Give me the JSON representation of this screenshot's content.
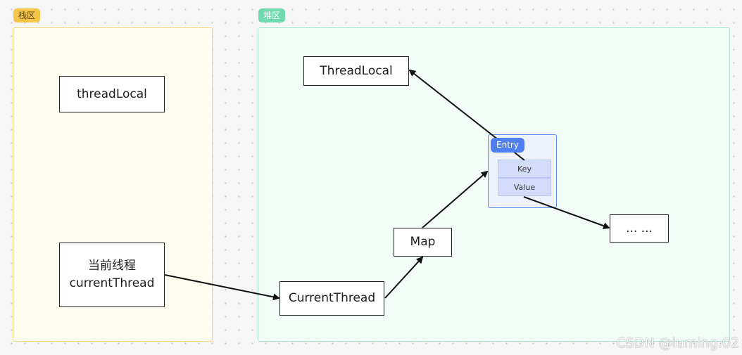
{
  "regions": {
    "stack": {
      "label": "栈区"
    },
    "heap": {
      "label": "堆区"
    }
  },
  "nodes": {
    "threadlocal_var": {
      "label": "threadLocal"
    },
    "current_thread_var": {
      "line1": "当前线程",
      "line2": "currentThread"
    },
    "threadlocal": {
      "label": "ThreadLocal"
    },
    "map": {
      "label": "Map"
    },
    "currentthread": {
      "label": "CurrentThread"
    },
    "ellipsis": {
      "label": "... ..."
    },
    "entry": {
      "label": "Entry",
      "key": "Key",
      "value": "Value"
    }
  },
  "colors": {
    "stack_fill": "#fffdef",
    "stack_border": "#f3d77a",
    "heap_fill": "#f2fdf8",
    "heap_border": "#a5e6c8",
    "entry_accent": "#4f7ff0",
    "arrow": "#111111"
  },
  "watermark": "CSDN @luming.02"
}
